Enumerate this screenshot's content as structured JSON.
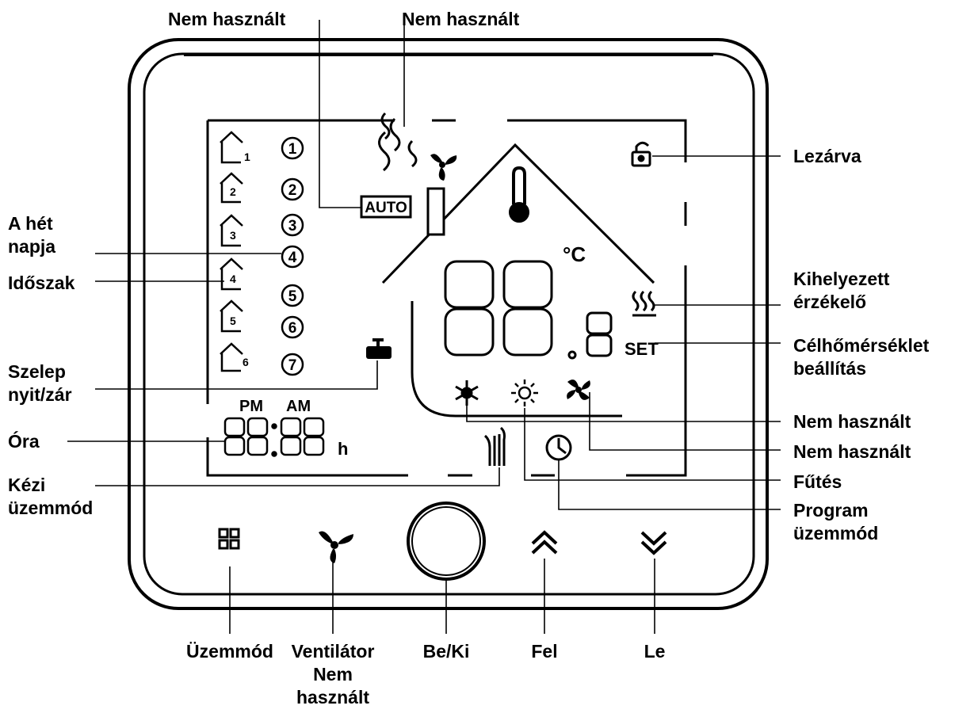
{
  "labels": {
    "top_left": "Nem használt",
    "top_right": "Nem használt",
    "day_of_week_1": "A hét",
    "day_of_week_2": "napja",
    "period": "Időszak",
    "valve_1": "Szelep",
    "valve_2": "nyit/zár",
    "clock": "Óra",
    "manual_1": "Kézi",
    "manual_2": "üzemmód",
    "locked": "Lezárva",
    "external_sensor_1": "Kihelyezett",
    "external_sensor_2": "érzékelő",
    "target_temp_1": "Célhőmérséklet",
    "target_temp_2": "beállítás",
    "unused_cooling": "Nem használt",
    "unused_fan": "Nem használt",
    "heating": "Fűtés",
    "program_1": "Program",
    "program_2": "üzemmód",
    "mode_button": "Üzemmód",
    "fan_button_1": "Ventilátor",
    "fan_button_2": "Nem",
    "fan_button_3": "használt",
    "power_button": "Be/Ki",
    "up_button": "Fel",
    "down_button": "Le"
  },
  "display": {
    "auto_badge": "AUTO",
    "pm": "PM",
    "am": "AM",
    "hour_unit": "h",
    "celsius": "°C",
    "set": "SET",
    "days": [
      "1",
      "2",
      "3",
      "4",
      "5",
      "6",
      "7"
    ],
    "period_marks": [
      "1",
      "2",
      "3",
      "4",
      "5",
      "6"
    ]
  },
  "icons": [
    "lock-icon",
    "heat-waves-icon",
    "fan-icon",
    "thermometer-icon",
    "snowflake-icon",
    "sun-icon",
    "fan-mode-icon",
    "hand-icon",
    "clock-icon",
    "valve-icon",
    "house-icon",
    "mode-grid-icon",
    "power-ring-icon",
    "chevron-up-icon",
    "chevron-down-icon"
  ],
  "colors": {
    "ink": "#000000",
    "paper": "#ffffff"
  }
}
